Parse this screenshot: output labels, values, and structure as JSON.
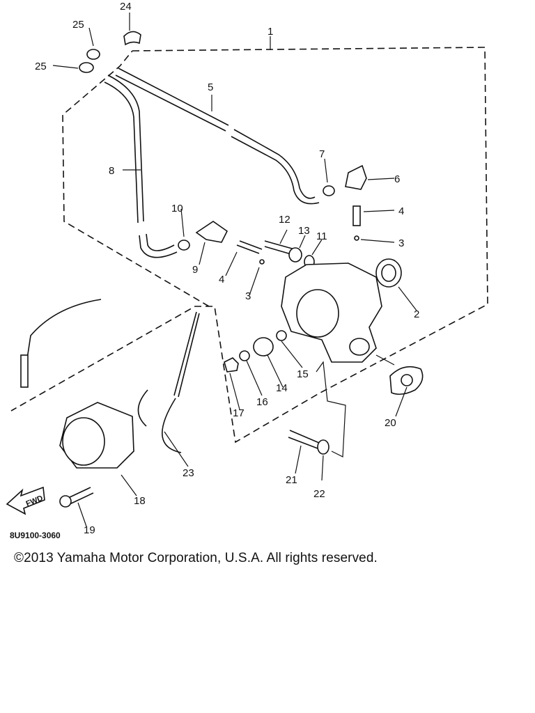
{
  "diagram": {
    "drawing_code": "8U9100-3060",
    "copyright": "©2013 Yamaha Motor Corporation, U.S.A. All rights reserved.",
    "direction_arrow_text": "FWD",
    "callouts": [
      "1",
      "2",
      "3",
      "3",
      "4",
      "4",
      "5",
      "6",
      "7",
      "8",
      "9",
      "10",
      "11",
      "12",
      "13",
      "14",
      "15",
      "16",
      "17",
      "18",
      "19",
      "20",
      "21",
      "22",
      "23",
      "24",
      "25",
      "25"
    ]
  }
}
